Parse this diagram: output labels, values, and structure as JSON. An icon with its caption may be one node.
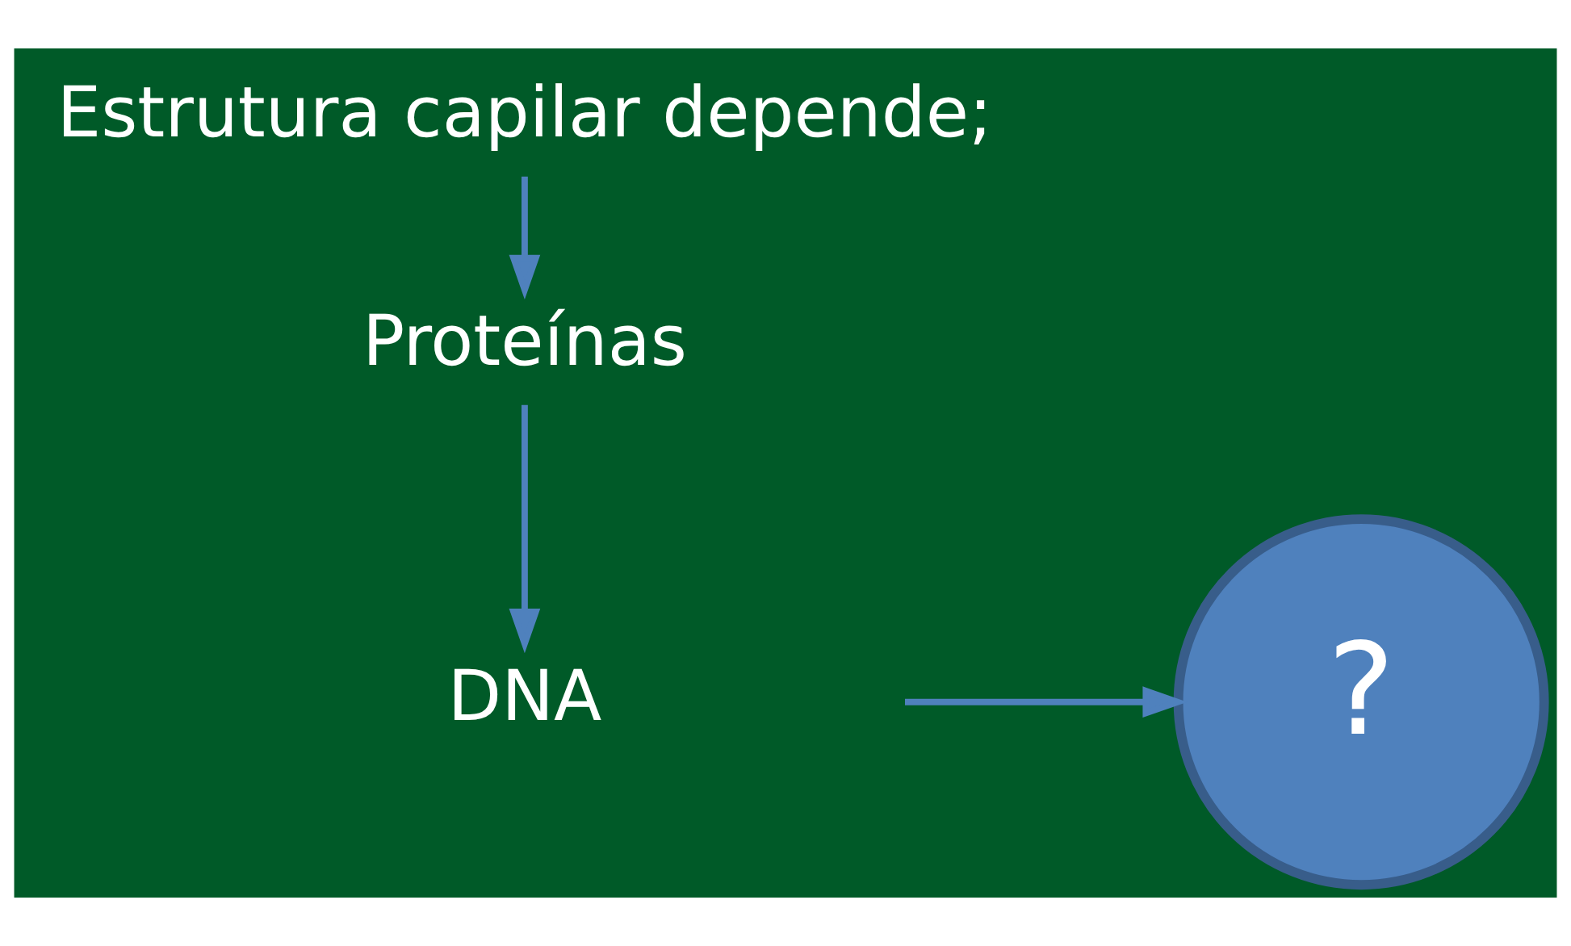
{
  "diagram": {
    "nodes": [
      {
        "text": [
          "Estrutura capilar depende;"
        ]
      },
      {
        "text": [
          "Proteínas"
        ]
      },
      {
        "text": [
          "DNA"
        ]
      },
      {
        "text": [
          "?"
        ]
      }
    ],
    "edges": [
      {
        "from": 0,
        "to": 1,
        "arrow": "to"
      },
      {
        "from": 1,
        "to": 2,
        "arrow": "to"
      },
      {
        "from": null,
        "to": 3,
        "arrow": "to"
      }
    ]
  }
}
